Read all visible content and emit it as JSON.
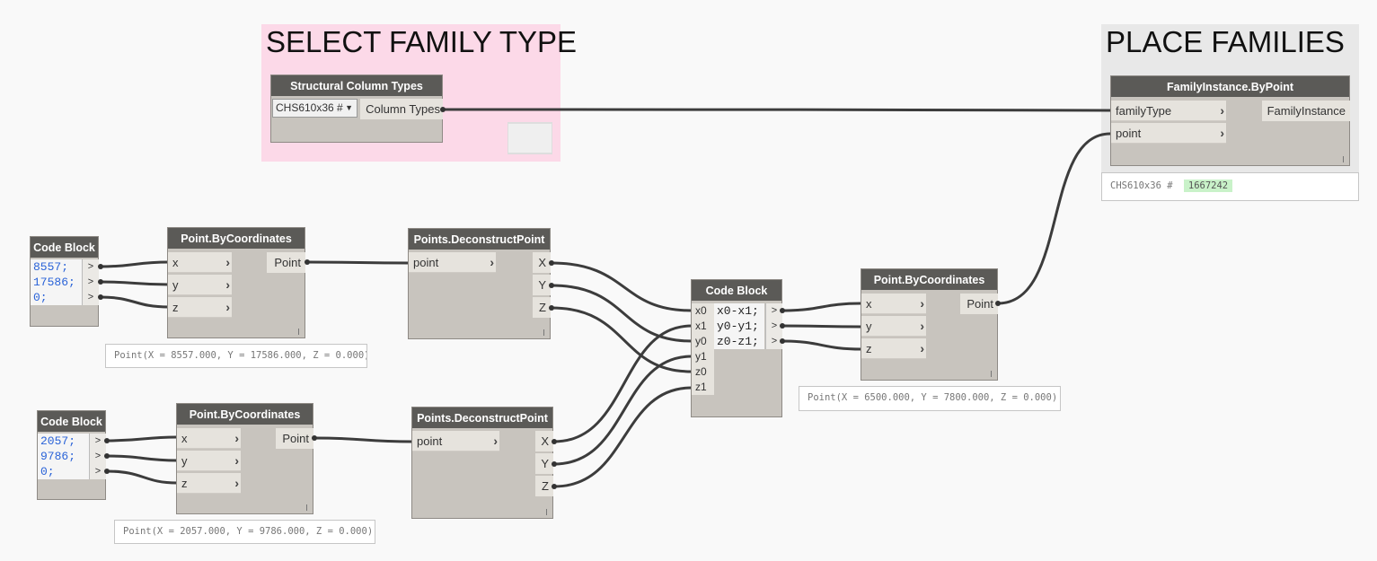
{
  "groups": {
    "select": {
      "title": "SELECT FAMILY TYPE",
      "color": "#fcd9e8"
    },
    "place": {
      "title": "PLACE FAMILIES",
      "color": "#e8e8e8"
    }
  },
  "nodes": {
    "structural_column_types": {
      "title": "Structural Column Types",
      "dropdown_value": "CHS610x36 #",
      "dropdown_icon": "chevron-down-icon",
      "output": "Column Types"
    },
    "family_instance": {
      "title": "FamilyInstance.ByPoint",
      "inputs": [
        "familyType",
        "point"
      ],
      "output": "FamilyInstance",
      "preview_label": "CHS610x36 #",
      "preview_value": "1667242"
    },
    "code_block_1": {
      "title": "Code Block",
      "lines": [
        "8557;",
        "17586;",
        "0;"
      ],
      "arrows": [
        ">",
        ">",
        ">"
      ]
    },
    "code_block_2": {
      "title": "Code Block",
      "lines": [
        "2057;",
        "9786;",
        "0;"
      ],
      "arrows": [
        ">",
        ">",
        ">"
      ]
    },
    "point_by_coords_1": {
      "title": "Point.ByCoordinates",
      "inputs": [
        "x",
        "y",
        "z"
      ],
      "output": "Point",
      "preview": "Point(X = 8557.000, Y = 17586.000, Z = 0.000)"
    },
    "point_by_coords_2": {
      "title": "Point.ByCoordinates",
      "inputs": [
        "x",
        "y",
        "z"
      ],
      "output": "Point",
      "preview": "Point(X = 2057.000, Y = 9786.000, Z = 0.000)"
    },
    "deconstruct_1": {
      "title": "Points.DeconstructPoint",
      "input": "point",
      "outputs": [
        "X",
        "Y",
        "Z"
      ]
    },
    "deconstruct_2": {
      "title": "Points.DeconstructPoint",
      "input": "point",
      "outputs": [
        "X",
        "Y",
        "Z"
      ]
    },
    "code_block_3": {
      "title": "Code Block",
      "inputs": [
        "x0",
        "x1",
        "y0",
        "y1",
        "z0",
        "z1"
      ],
      "lines": [
        "x0-x1;",
        "y0-y1;",
        "z0-z1;"
      ],
      "arrows": [
        ">",
        ">",
        ">"
      ]
    },
    "point_by_coords_3": {
      "title": "Point.ByCoordinates",
      "inputs": [
        "x",
        "y",
        "z"
      ],
      "output": "Point",
      "preview": "Point(X = 6500.000, Y = 7800.000, Z = 0.000)"
    }
  },
  "colors": {
    "node_header": "#5b5a57",
    "node_body": "#c8c4be",
    "wire": "#3c3c3c",
    "code_text": "#2a63d8",
    "preview_value_bg": "#c9f2c9"
  }
}
